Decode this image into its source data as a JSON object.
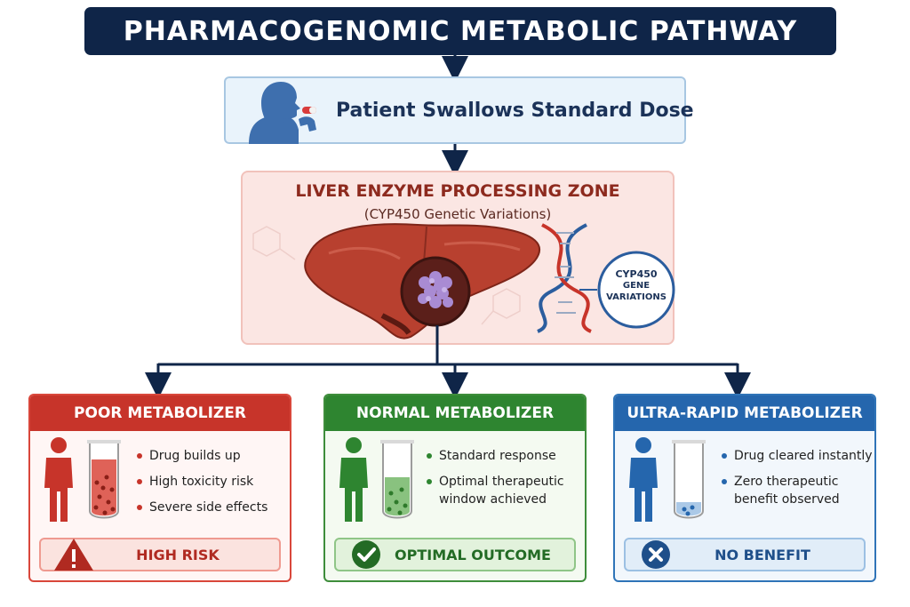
{
  "title": "PHARMACOGENOMIC METABOLIC PATHWAY",
  "patient_step": {
    "label": "Patient Swallows Standard Dose",
    "icon": "person-swallowing-pill-icon"
  },
  "liver_zone": {
    "title": "LIVER ENZYME PROCESSING ZONE",
    "subtitle": "(CYP450 Genetic Variations)",
    "gene_label_line1": "CYP450",
    "gene_label_line2": "GENE",
    "gene_label_line3": "VARIATIONS",
    "icons": [
      "liver-icon",
      "enzyme-icon",
      "dna-helix-icon"
    ]
  },
  "outcomes": {
    "poor": {
      "title": "POOR METABOLIZER",
      "bullets": [
        "Drug builds up",
        "High toxicity risk",
        "Severe side effects"
      ],
      "result": "HIGH RISK",
      "result_icon": "warning-icon",
      "color": "#c7342a",
      "tube_fill_level": 0.8
    },
    "normal": {
      "title": "NORMAL METABOLIZER",
      "bullets": [
        "Standard response",
        "Optimal therapeutic window achieved"
      ],
      "bullet_lines": [
        "Standard response",
        "Optimal therapeutic",
        "window achieved"
      ],
      "result": "OPTIMAL OUTCOME",
      "result_icon": "checkmark-icon",
      "color": "#2e8530",
      "tube_fill_level": 0.55
    },
    "ultra": {
      "title": "ULTRA-RAPID METABOLIZER",
      "bullets": [
        "Drug cleared instantly",
        "Zero therapeutic benefit observed"
      ],
      "bullet_lines": [
        "Drug cleared instantly",
        "Zero therapeutic",
        "benefit observed"
      ],
      "result": "NO BENEFIT",
      "result_icon": "x-icon",
      "color": "#2566ad",
      "tube_fill_level": 0.2
    }
  }
}
